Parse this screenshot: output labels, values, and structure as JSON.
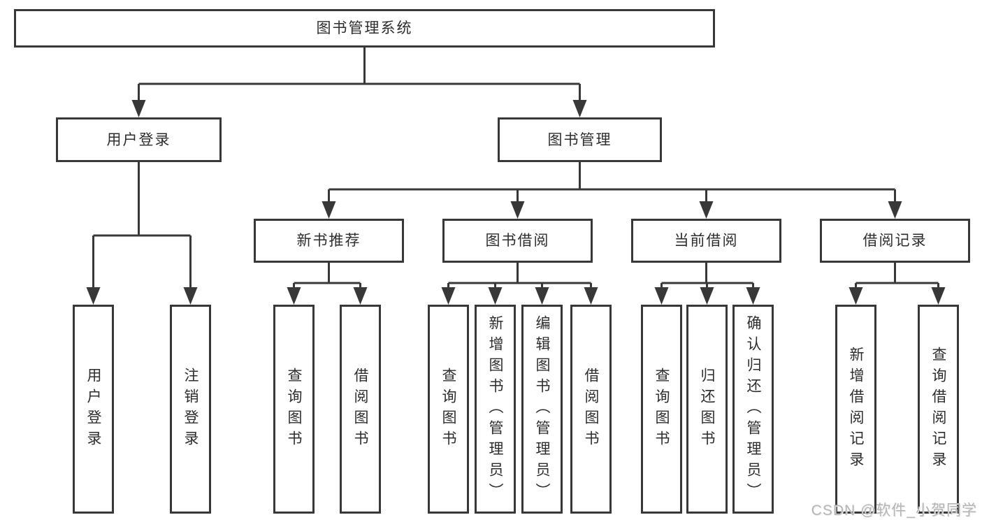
{
  "diagram": {
    "title": "图书管理系统",
    "level2": {
      "user_login": "用户登录",
      "book_management": "图书管理"
    },
    "user_login_children": {
      "login": "用户登录",
      "logout": "注销登录"
    },
    "level3": {
      "new_book_rec": "新书推荐",
      "book_borrow": "图书借阅",
      "current_borrow": "当前借阅",
      "borrow_records": "借阅记录"
    },
    "new_book_rec_children": {
      "query_books": "查询图书",
      "borrow_books": "借阅图书"
    },
    "book_borrow_children": {
      "query_books": "查询图书",
      "add_books": "新增图书（管理员）",
      "edit_books": "编辑图书（管理员）",
      "borrow_books": "借阅图书"
    },
    "current_borrow_children": {
      "query_books": "查询图书",
      "return_books": "归还图书",
      "confirm_return": "确认归还（管理员）"
    },
    "borrow_records_children": {
      "add_record": "新增借阅记录",
      "query_record": "查询借阅记录"
    }
  },
  "watermark": "CSDN @软件_小贺同学",
  "colors": {
    "line": "#383838",
    "text": "#2d2d2d",
    "watermark": "#b5b5b5",
    "background": "#ffffff"
  }
}
